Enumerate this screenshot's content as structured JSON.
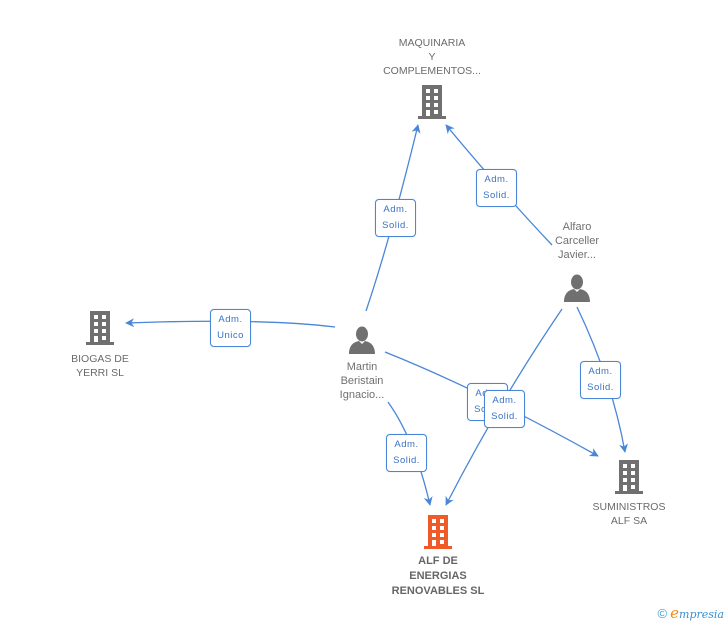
{
  "colors": {
    "edge": "#4a86d8",
    "company_icon": "#707070",
    "main_company_icon": "#f05a28",
    "person_icon": "#707070",
    "label_text": "#6b6b6b",
    "edge_label_text": "#3a72c4"
  },
  "nodes": {
    "maquinaria": {
      "type": "company",
      "icon": "building-icon",
      "label_lines": [
        "MAQUINARIA",
        "Y",
        "COMPLEMENTOS..."
      ]
    },
    "biogas": {
      "type": "company",
      "icon": "building-icon",
      "label_lines": [
        "BIOGAS DE",
        "YERRI SL"
      ]
    },
    "martin": {
      "type": "person",
      "icon": "person-icon",
      "label_lines": [
        "Martin",
        "Beristain",
        "Ignacio..."
      ]
    },
    "alfaro": {
      "type": "person",
      "icon": "person-icon",
      "label_lines": [
        "Alfaro",
        "Carceller",
        "Javier..."
      ]
    },
    "alf_energias": {
      "type": "company",
      "main": true,
      "icon": "building-icon",
      "label_lines": [
        "ALF DE",
        "ENERGIAS",
        "RENOVABLES SL"
      ]
    },
    "suministros": {
      "type": "company",
      "icon": "building-icon",
      "label_lines": [
        "SUMINISTROS",
        "ALF SA"
      ]
    }
  },
  "edges": [
    {
      "from": "martin",
      "to": "maquinaria",
      "label_lines": [
        "Adm.",
        "Solid."
      ]
    },
    {
      "from": "alfaro",
      "to": "maquinaria",
      "label_lines": [
        "Adm.",
        "Solid."
      ]
    },
    {
      "from": "martin",
      "to": "biogas",
      "label_lines": [
        "Adm.",
        "Unico"
      ]
    },
    {
      "from": "martin",
      "to": "suministros",
      "label_lines": [
        "Adm.",
        "Solid."
      ]
    },
    {
      "from": "alfaro",
      "to": "alf_energias",
      "label_lines": [
        "Adm.",
        "Solid."
      ]
    },
    {
      "from": "martin",
      "to": "alf_energias",
      "label_lines": [
        "Adm.",
        "Solid."
      ]
    },
    {
      "from": "alfaro",
      "to": "suministros",
      "label_lines": [
        "Adm.",
        "Solid."
      ]
    }
  ],
  "footer": {
    "copyright_symbol": "©",
    "brand_initial": "e",
    "brand_rest": "mpresia"
  }
}
